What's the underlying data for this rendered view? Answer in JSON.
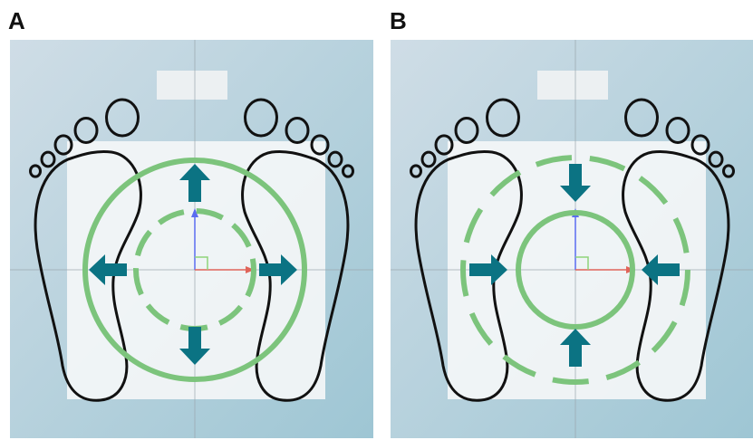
{
  "figure": {
    "panels": [
      {
        "id": "A",
        "label": "A",
        "motion": "expand"
      },
      {
        "id": "B",
        "label": "B",
        "motion": "contract"
      }
    ],
    "colors": {
      "ring": "#7cc47c",
      "arrow": "#0b7383",
      "foot_outline": "#111111",
      "background_top": "#cfdde6",
      "background_bottom": "#9ec6d4",
      "platform": "#f4f6f7",
      "axis_y": "#5a6cf0",
      "axis_x": "#e0645a",
      "axis_corner": "#8fd37a"
    },
    "icons": [
      "left-foot-outline-icon",
      "right-foot-outline-icon",
      "arrow-icon",
      "target-ring-icon"
    ]
  }
}
